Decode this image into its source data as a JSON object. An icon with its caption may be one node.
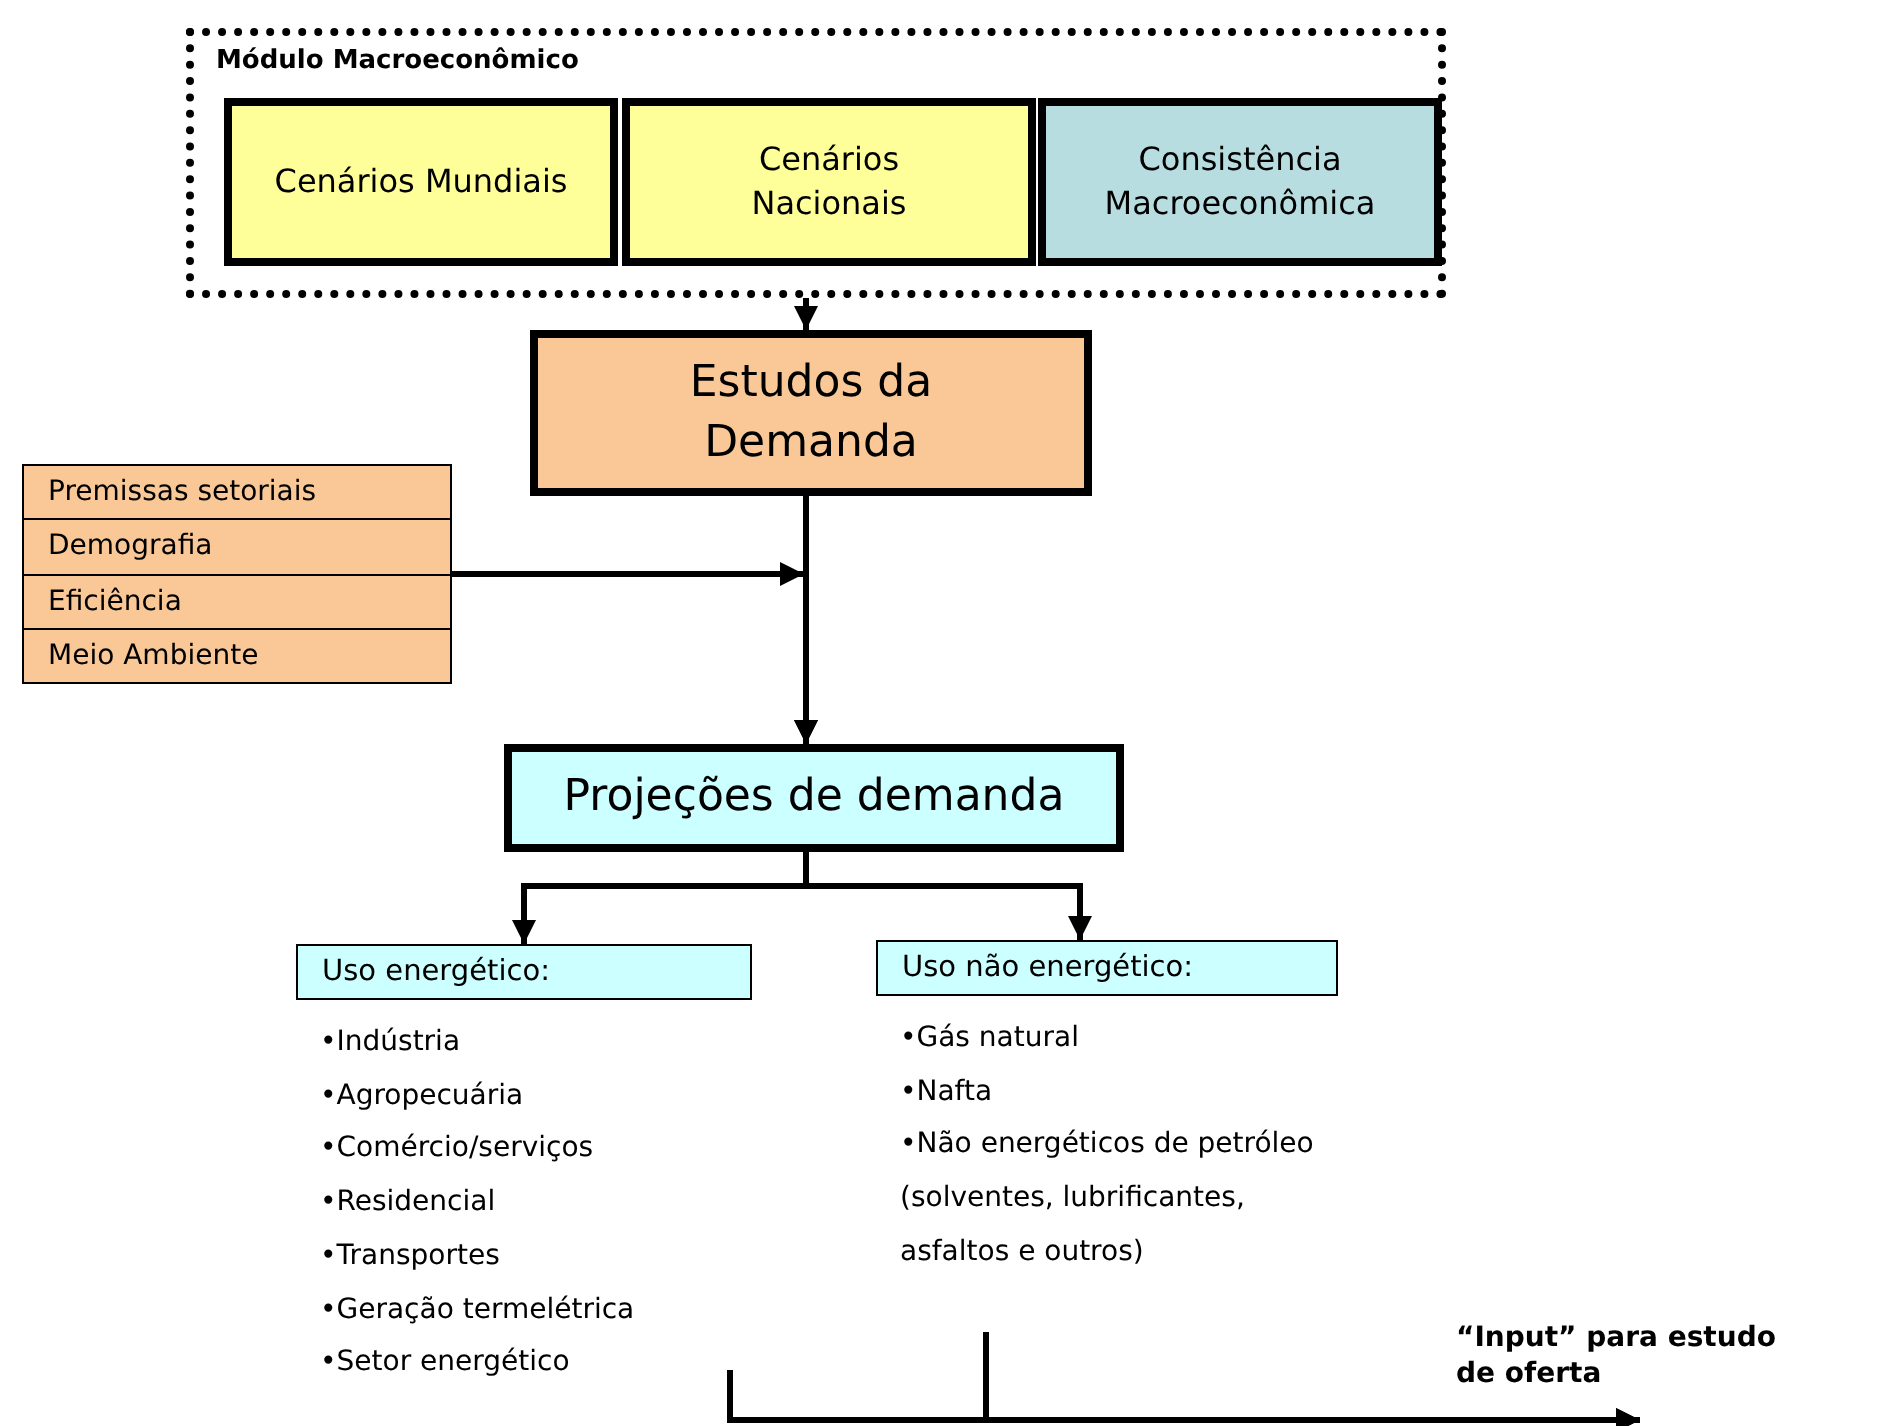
{
  "diagram": {
    "nodes": [
      {
        "text": [
          "Módulo Macroeconômico"
        ]
      },
      {
        "text": [
          "Cenários Mundiais"
        ],
        "in": 0
      },
      {
        "text": [
          "Cenários Nacionais"
        ],
        "in": 0
      },
      {
        "text": [
          "Consistência Macroeconômica"
        ],
        "in": 0
      },
      {
        "text": [
          "Estudos da Demanda"
        ]
      },
      {
        "text": [
          "Premissas setoriais",
          "Demografia",
          "Eficiência",
          "Meio Ambiente"
        ]
      },
      {
        "text": [
          "Projeções de demanda"
        ]
      },
      {
        "text": [
          "Uso energético:"
        ],
        "beside": [
          "•Indústria",
          "•Agropecuária",
          "•Comércio/serviços",
          "•Residencial",
          "•Transportes",
          "•Geração termelétrica",
          "•Setor energético"
        ]
      },
      {
        "text": [
          "Uso não energético:"
        ],
        "beside": [
          "•Gás natural",
          "•Nafta",
          "•Não energéticos de petróleo (solventes, lubrificantes, asfaltos e outros)"
        ]
      }
    ],
    "edges": [
      {
        "from": 0,
        "to": 4,
        "arrow": "to"
      },
      {
        "from": 4,
        "to": 6,
        "arrow": "to"
      },
      {
        "from": 5,
        "to": 6,
        "arrow": "to"
      },
      {
        "from": 6,
        "to": 7,
        "arrow": "to"
      },
      {
        "from": 6,
        "to": 8,
        "arrow": "to"
      },
      {
        "from": 7,
        "to": null,
        "arrow": "to"
      },
      {
        "from": 8,
        "to": null,
        "arrow": "to"
      }
    ],
    "labels": [
      "“Input” para estudo de oferta"
    ]
  }
}
